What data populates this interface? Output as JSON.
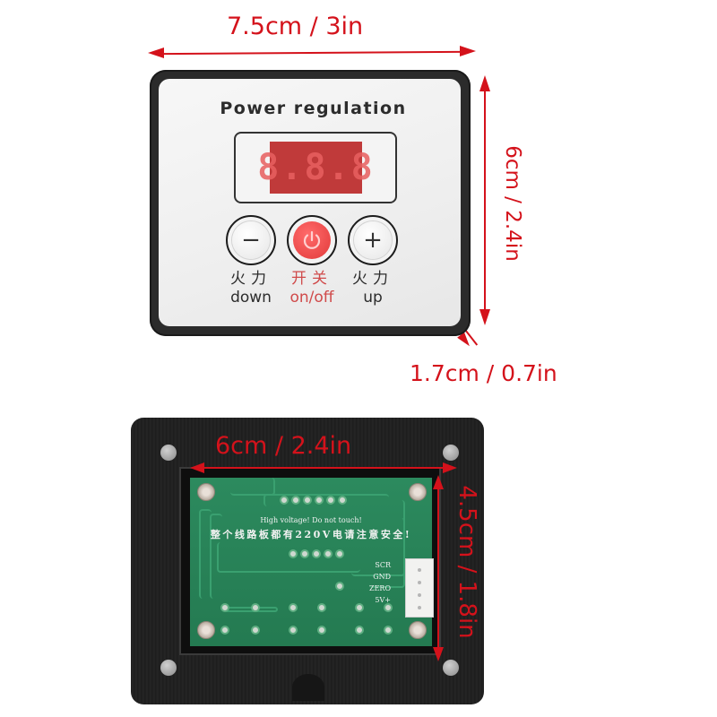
{
  "dimensions": {
    "top_width": "7.5cm / 3in",
    "top_height": "6cm / 2.4in",
    "depth": "1.7cm / 0.7in",
    "bottom_width": "6cm / 2.4in",
    "bottom_height": "4.5cm / 1.8in",
    "annotation_color": "#d4121b"
  },
  "front_panel": {
    "title": "Power regulation",
    "display_value": "8.8.8",
    "display_color": "#c03a3a",
    "buttons": [
      {
        "id": "down",
        "icon": "minus-icon",
        "symbol": "−",
        "label_cn": "火力",
        "label_en": "down"
      },
      {
        "id": "power",
        "icon": "power-icon",
        "symbol": "⏻",
        "label_cn": "开关",
        "label_en": "on/off"
      },
      {
        "id": "up",
        "icon": "plus-icon",
        "symbol": "+",
        "label_cn": "火力",
        "label_en": "up"
      }
    ]
  },
  "back_panel": {
    "warning_en": "High voltage! Do not touch!",
    "warning_cn": "整个线路板都有220V电请注意安全!",
    "pins": [
      "SCR",
      "GND",
      "ZERO",
      "5V+"
    ],
    "pcb_color": "#2c8a5e"
  }
}
